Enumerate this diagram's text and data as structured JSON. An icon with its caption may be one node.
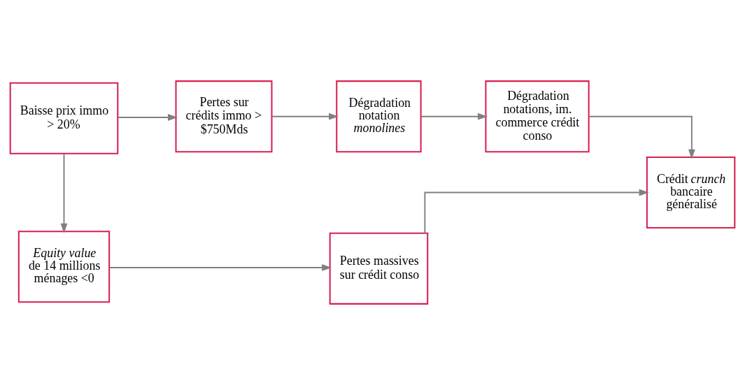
{
  "diagram": {
    "nodes": [
      {
        "text": [
          "Baisse prix immo > 20%"
        ]
      },
      {
        "text": [
          "Pertes sur crédits immo > $750Mds"
        ]
      },
      {
        "text": [
          "Dégradation notation *monolines*"
        ]
      },
      {
        "text": [
          "Dégradation notations, im. commerce crédit conso"
        ]
      },
      {
        "text": [
          "Crédit *crunch* bancaire généralisé"
        ]
      },
      {
        "text": [
          "*Equity value* de 14 millions ménages <0"
        ]
      },
      {
        "text": [
          "Pertes massives sur crédit conso"
        ]
      }
    ],
    "edges": [
      {
        "from": 0,
        "to": 1,
        "arrow": "to"
      },
      {
        "from": 1,
        "to": 2,
        "arrow": "to"
      },
      {
        "from": 2,
        "to": 3,
        "arrow": "to"
      },
      {
        "from": 3,
        "to": 4,
        "arrow": "to"
      },
      {
        "from": 0,
        "to": 5,
        "arrow": "to"
      },
      {
        "from": 5,
        "to": 6,
        "arrow": "to"
      },
      {
        "from": 6,
        "to": 4,
        "arrow": "to"
      }
    ]
  }
}
